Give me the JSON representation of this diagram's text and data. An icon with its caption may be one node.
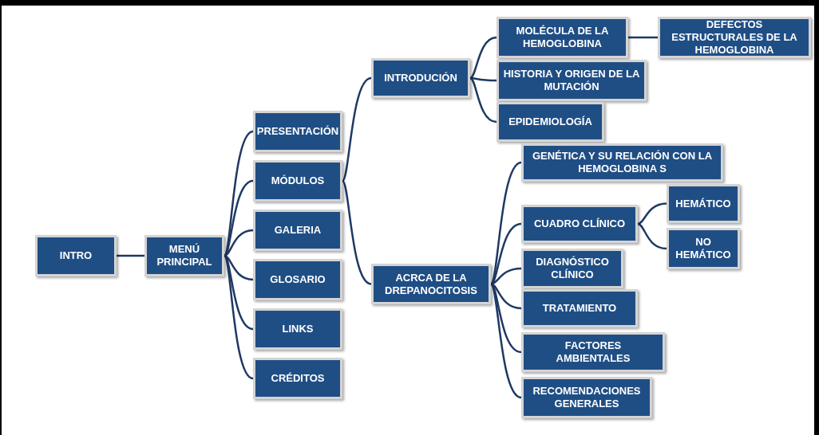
{
  "diagram": {
    "nodes": [
      {
        "text": [
          "INTRO"
        ]
      },
      {
        "text": [
          "MENÚ PRINCIPAL"
        ]
      },
      {
        "text": [
          "PRESENTACIÓN"
        ]
      },
      {
        "text": [
          "MÓDULOS"
        ]
      },
      {
        "text": [
          "GALERIA"
        ]
      },
      {
        "text": [
          "GLOSARIO"
        ]
      },
      {
        "text": [
          "LINKS"
        ]
      },
      {
        "text": [
          "CRÉDITOS"
        ]
      },
      {
        "text": [
          "INTRODUCIÓN"
        ]
      },
      {
        "text": [
          "MOLÉCULA DE LA HEMOGLOBINA"
        ]
      },
      {
        "text": [
          "DEFECTOS ESTRUCTURALES DE LA HEMOGLOBINA"
        ]
      },
      {
        "text": [
          "HISTORIA Y ORIGEN DE LA MUTACIÓN"
        ]
      },
      {
        "text": [
          "EPIDEMIOLOGÍA"
        ]
      },
      {
        "text": [
          "ACRCA DE LA DREPANOCITOSIS"
        ]
      },
      {
        "text": [
          "GENÉTICA Y SU RELACIÓN CON LA HEMOGLOBINA S"
        ]
      },
      {
        "text": [
          "CUADRO CLÍNICO"
        ]
      },
      {
        "text": [
          "HEMÁTICO"
        ]
      },
      {
        "text": [
          "NO HEMÁTICO"
        ]
      },
      {
        "text": [
          "DIAGNÓSTICO CLÍNICO"
        ]
      },
      {
        "text": [
          "TRATAMIENTO"
        ]
      },
      {
        "text": [
          "FACTORES AMBIENTALES"
        ]
      },
      {
        "text": [
          "RECOMENDACIONES GENERALES"
        ]
      }
    ],
    "edges": [
      {
        "from": 0,
        "to": 1,
        "arrow": "none"
      },
      {
        "from": 1,
        "to": 2,
        "arrow": "none"
      },
      {
        "from": 1,
        "to": 3,
        "arrow": "none"
      },
      {
        "from": 1,
        "to": 4,
        "arrow": "none"
      },
      {
        "from": 1,
        "to": 5,
        "arrow": "none"
      },
      {
        "from": 1,
        "to": 6,
        "arrow": "none"
      },
      {
        "from": 1,
        "to": 7,
        "arrow": "none"
      },
      {
        "from": 3,
        "to": 8,
        "arrow": "none"
      },
      {
        "from": 3,
        "to": 13,
        "arrow": "none"
      },
      {
        "from": 8,
        "to": 9,
        "arrow": "none"
      },
      {
        "from": 9,
        "to": 10,
        "arrow": "none"
      },
      {
        "from": 8,
        "to": 11,
        "arrow": "none"
      },
      {
        "from": 8,
        "to": 12,
        "arrow": "none"
      },
      {
        "from": 13,
        "to": 14,
        "arrow": "none"
      },
      {
        "from": 13,
        "to": 15,
        "arrow": "none"
      },
      {
        "from": 15,
        "to": 16,
        "arrow": "none"
      },
      {
        "from": 15,
        "to": 17,
        "arrow": "none"
      },
      {
        "from": 13,
        "to": 18,
        "arrow": "none"
      },
      {
        "from": 13,
        "to": 19,
        "arrow": "none"
      },
      {
        "from": 13,
        "to": 20,
        "arrow": "none"
      },
      {
        "from": 13,
        "to": 21,
        "arrow": "none"
      }
    ]
  }
}
